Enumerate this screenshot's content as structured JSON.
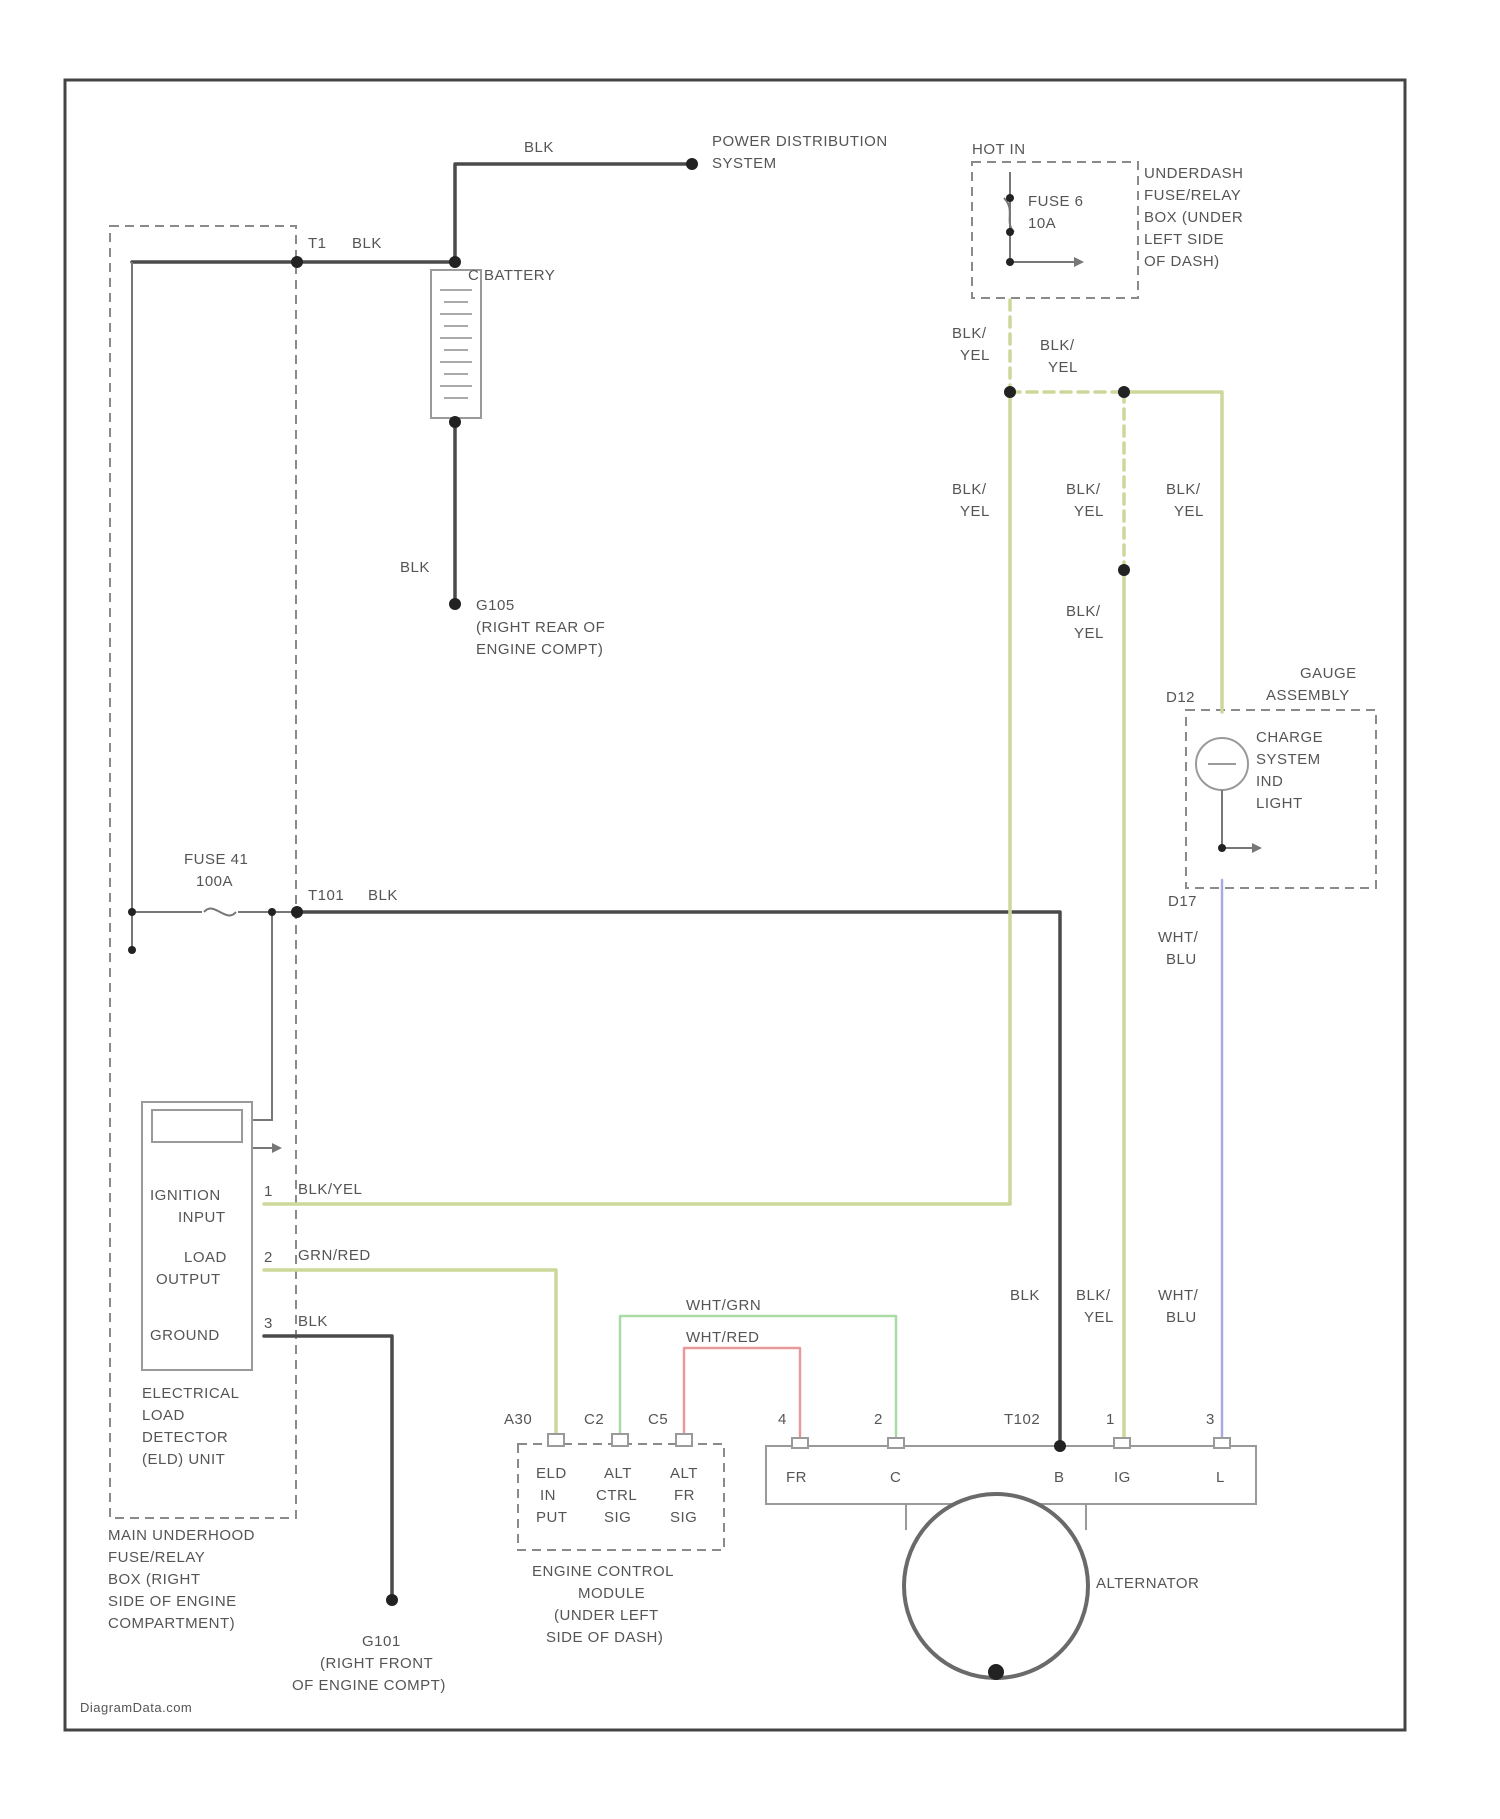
{
  "colors": {
    "blk": "#4a4a4a",
    "blk_yel": "#cbd89a",
    "wht_blu": "#a9a9e6",
    "wht_grn": "#a9dba6",
    "wht_red": "#e89a9a",
    "grn_red": "#cbd89a",
    "frame": "#444444"
  },
  "labels": {
    "power_distribution": [
      "POWER DISTRIBUTION",
      "SYSTEM"
    ],
    "blk_top": "BLK",
    "hot_in": "HOT IN",
    "fuse6": [
      "FUSE 6",
      "10A"
    ],
    "underdash_box": [
      "UNDERDASH",
      "FUSE/RELAY",
      "BOX (UNDER",
      "LEFT SIDE",
      "OF DASH)"
    ],
    "t1": "T1",
    "blk_t1": "BLK",
    "battery": "C BATTERY",
    "blk_ground": "BLK",
    "g_ground1": [
      "G105",
      "(RIGHT REAR OF",
      "ENGINE COMPT)"
    ],
    "blk_yel_left1": [
      "BLK/",
      "YEL"
    ],
    "blk_yel_top": [
      "BLK/",
      "YEL"
    ],
    "blk_yel_v1": [
      "BLK/",
      "YEL"
    ],
    "blk_yel_v2": [
      "BLK/",
      "YEL"
    ],
    "blk_yel_v3": [
      "BLK/",
      "YEL"
    ],
    "blk_yel_v4": [
      "BLK/",
      "YEL"
    ],
    "gauge_assembly": [
      "GAUGE",
      "ASSEMBLY"
    ],
    "d12": "D12",
    "d17": "D17",
    "charge_light": [
      "CHARGE",
      "SYSTEM",
      "IND",
      "LIGHT"
    ],
    "wht_blu_1": [
      "WHT/",
      "BLU"
    ],
    "fuse41": [
      "FUSE 41",
      "100A"
    ],
    "t101": "T101",
    "blk_t101": "BLK",
    "eld_pins": [
      "IGNITION",
      "INPUT",
      "LOAD",
      "OUTPUT",
      "GROUND"
    ],
    "eld_pin_nums": [
      "1",
      "2",
      "3"
    ],
    "wire_blk_yel": "BLK/YEL",
    "wire_grn_red": "GRN/RED",
    "wire_blk": "BLK",
    "eld_unit": [
      "ELECTRICAL",
      "LOAD",
      "DETECTOR",
      "(ELD) UNIT"
    ],
    "main_box": [
      "MAIN UNDERHOOD",
      "FUSE/RELAY",
      "BOX (RIGHT",
      "SIDE OF ENGINE",
      "COMPARTMENT)"
    ],
    "g_ground2": [
      "G101",
      "(RIGHT FRONT",
      "OF ENGINE COMPT)"
    ],
    "wht_grn": "WHT/GRN",
    "wht_red": "WHT/RED",
    "ecm_pins": [
      "A30",
      "C2",
      "C5"
    ],
    "ecm_cols": [
      [
        "ELD",
        "IN",
        "PUT"
      ],
      [
        "ALT",
        "CTRL",
        "SIG"
      ],
      [
        "ALT",
        "FR",
        "SIG"
      ]
    ],
    "ecm": [
      "ENGINE CONTROL",
      "MODULE",
      "(UNDER LEFT",
      "SIDE OF DASH)"
    ],
    "alt_pin_nums": [
      "4",
      "2",
      "T102",
      "1",
      "3"
    ],
    "alt_pins": [
      "FR",
      "C",
      "B",
      "IG",
      "L"
    ],
    "blk_bottom": "BLK",
    "blk_yel_bottom": [
      "BLK/",
      "YEL"
    ],
    "wht_blu_2": [
      "WHT/",
      "BLU"
    ],
    "alternator": "ALTERNATOR",
    "watermark": "DiagramData.com"
  }
}
